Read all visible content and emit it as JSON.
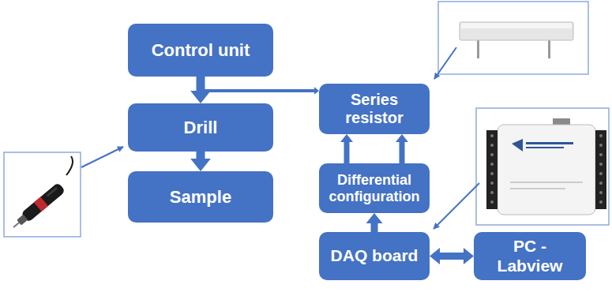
{
  "diagram": {
    "nodes": [
      {
        "text": [
          "Control unit"
        ]
      },
      {
        "text": [
          "Drill"
        ]
      },
      {
        "text": [
          "Sample"
        ]
      },
      {
        "text": [
          "Series resistor"
        ]
      },
      {
        "text": [
          "Differential configuration"
        ]
      },
      {
        "text": [
          "DAQ board"
        ]
      },
      {
        "text": [
          "PC - Labview"
        ]
      }
    ],
    "edges": [
      {
        "from": 0,
        "to": 1,
        "arrow": "to"
      },
      {
        "from": 0,
        "to": 3,
        "arrow": "to"
      },
      {
        "from": 1,
        "to": 2,
        "arrow": "to"
      },
      {
        "from": 4,
        "to": 3,
        "arrow": "to"
      },
      {
        "from": 4,
        "to": 3,
        "arrow": "to"
      },
      {
        "from": 5,
        "to": 4,
        "arrow": "to"
      },
      {
        "from": 5,
        "to": 6,
        "arrow": "both"
      }
    ]
  }
}
